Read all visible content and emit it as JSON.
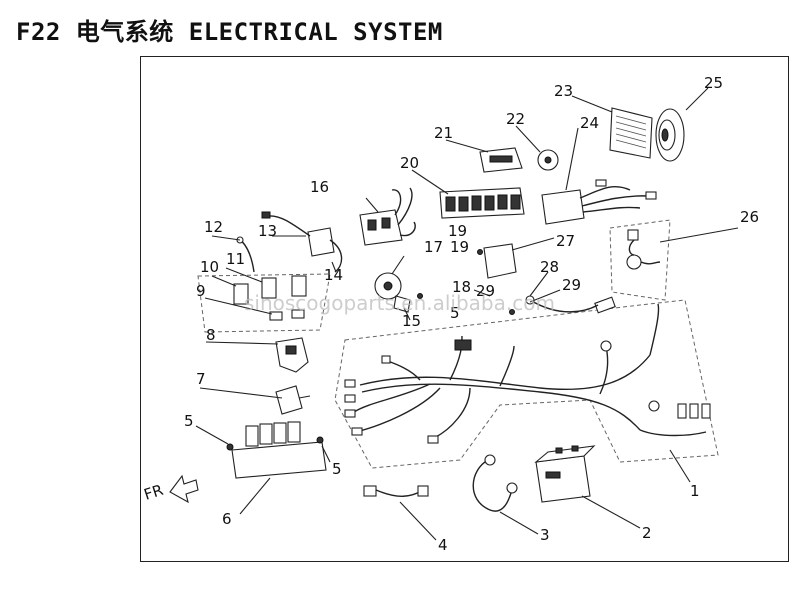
{
  "title": "F22 电气系统 ELECTRICAL SYSTEM",
  "watermark": "sinoscogoparts.en.alibaba.com",
  "direction_marker": "FR",
  "callouts": {
    "c1": "1",
    "c2": "2",
    "c3": "3",
    "c4": "4",
    "c5a": "5",
    "c5b": "5",
    "c5c": "5",
    "c6": "6",
    "c7": "7",
    "c8": "8",
    "c9": "9",
    "c10": "10",
    "c11": "11",
    "c12": "12",
    "c13": "13",
    "c14": "14",
    "c15": "15",
    "c16": "16",
    "c17": "17",
    "c18": "18",
    "c19a": "19",
    "c19b": "19",
    "c20": "20",
    "c21": "21",
    "c22": "22",
    "c23": "23",
    "c24": "24",
    "c25": "25",
    "c26": "26",
    "c27": "27",
    "c28": "28",
    "c29a": "29",
    "c29b": "29"
  }
}
